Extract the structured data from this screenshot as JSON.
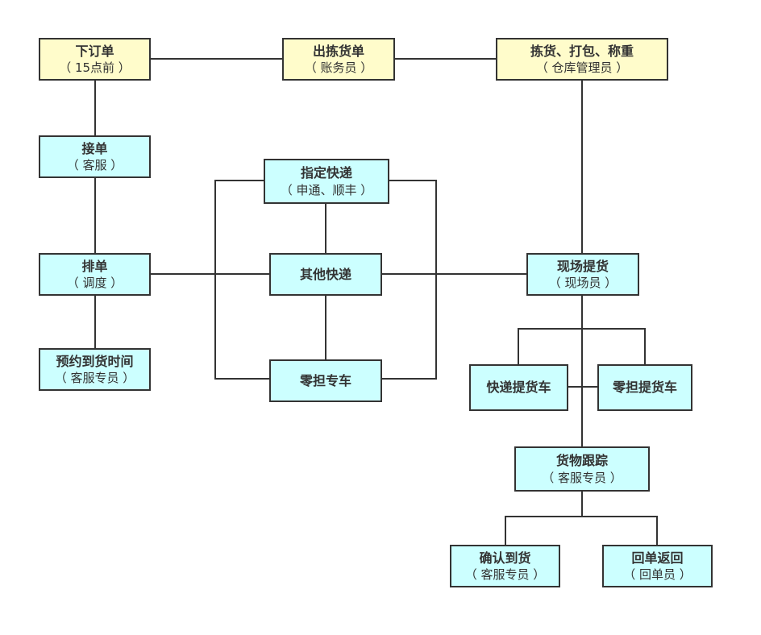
{
  "colors": {
    "order_fill": "#fffccb",
    "process_fill": "#ccffff",
    "stroke": "#333333"
  },
  "nodes": {
    "place_order": {
      "title": "下订单",
      "sub": "（ 15点前 ）"
    },
    "pick_list": {
      "title": "出拣货单",
      "sub": "（ 账务员 ）"
    },
    "pack_weigh": {
      "title": "拣货、打包、称重",
      "sub": "（ 仓库管理员 ）"
    },
    "accept_order": {
      "title": "接单",
      "sub": "（ 客服 ）"
    },
    "designated_express": {
      "title": "指定快递",
      "sub": "（ 申通、顺丰 ）"
    },
    "schedule": {
      "title": "排单",
      "sub": "（ 调度 ）"
    },
    "other_express": {
      "title": "其他快递"
    },
    "onsite_pickup": {
      "title": "现场提货",
      "sub": "（ 现场员 ）"
    },
    "appointment": {
      "title": "预约到货时间",
      "sub": "（ 客服专员 ）"
    },
    "ltl_truck": {
      "title": "零担专车"
    },
    "express_truck": {
      "title": "快递提货车"
    },
    "ltl_pickup_truck": {
      "title": "零担提货车"
    },
    "tracking": {
      "title": "货物跟踪",
      "sub": "（ 客服专员 ）"
    },
    "confirm_delivery": {
      "title": "确认到货",
      "sub": "（ 客服专员 ）"
    },
    "receipt_return": {
      "title": "回单返回",
      "sub": "（ 回单员 ）"
    }
  }
}
